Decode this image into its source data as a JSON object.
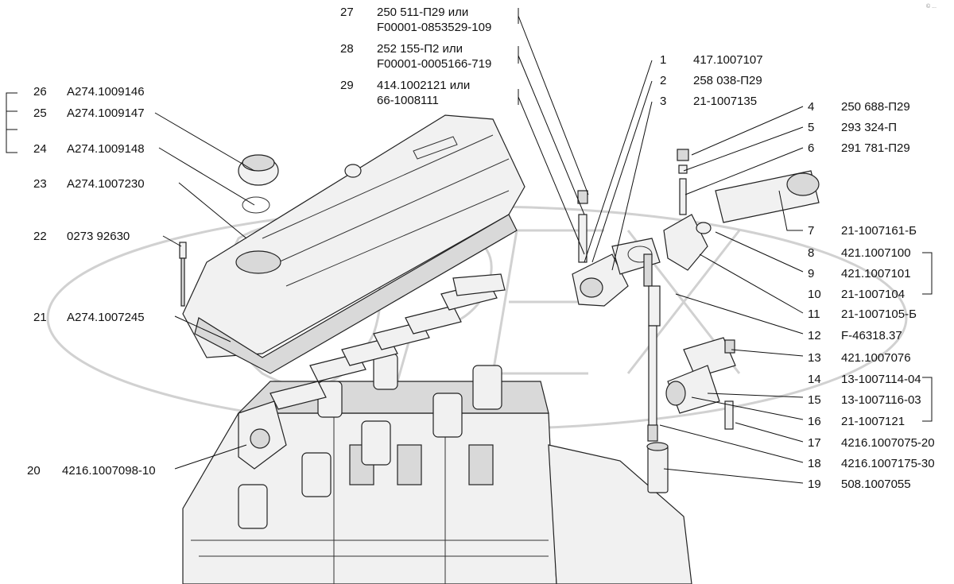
{
  "corner_mark": "© ...",
  "watermark_text": "ОБЕХ",
  "labels": [
    {
      "num": "27",
      "part": "250 511-П29 или",
      "part2": "F00001-0853529-109"
    },
    {
      "num": "28",
      "part": "252 155-П2 или",
      "part2": "F00001-0005166-719"
    },
    {
      "num": "29",
      "part": "414.1002121 или",
      "part2": "66-1008111"
    },
    {
      "num": "26",
      "part": "A274.1009146"
    },
    {
      "num": "25",
      "part": "A274.1009147"
    },
    {
      "num": "24",
      "part": "A274.1009148"
    },
    {
      "num": "23",
      "part": "A274.1007230"
    },
    {
      "num": "22",
      "part": "0273 92630"
    },
    {
      "num": "21",
      "part": "A274.1007245"
    },
    {
      "num": "20",
      "part": "4216.1007098-10"
    },
    {
      "num": "1",
      "part": "417.1007107"
    },
    {
      "num": "2",
      "part": "258 038-П29"
    },
    {
      "num": "3",
      "part": "21-1007135"
    },
    {
      "num": "4",
      "part": "250 688-П29"
    },
    {
      "num": "5",
      "part": "293 324-П"
    },
    {
      "num": "6",
      "part": "291 781-П29"
    },
    {
      "num": "7",
      "part": "21-1007161-Б"
    },
    {
      "num": "8",
      "part": "421.1007100"
    },
    {
      "num": "9",
      "part": "421.1007101"
    },
    {
      "num": "10",
      "part": "21-1007104"
    },
    {
      "num": "11",
      "part": "21-1007105-Б"
    },
    {
      "num": "12",
      "part": "F-46318.37"
    },
    {
      "num": "13",
      "part": "421.1007076"
    },
    {
      "num": "14",
      "part": "13-1007114-04"
    },
    {
      "num": "15",
      "part": "13-1007116-03"
    },
    {
      "num": "16",
      "part": "21-1007121"
    },
    {
      "num": "17",
      "part": "4216.1007075-20"
    },
    {
      "num": "18",
      "part": "4216.1007175-30"
    },
    {
      "num": "19",
      "part": "508.1007055"
    }
  ]
}
